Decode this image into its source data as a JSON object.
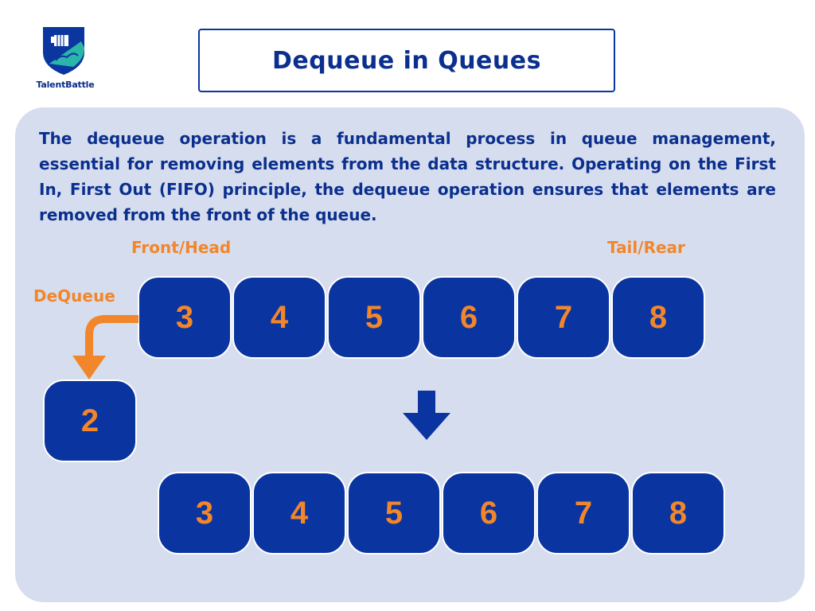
{
  "brand": {
    "name": "TalentBattle",
    "logo_icon": "shield-fist-brain-icon"
  },
  "title": "Dequeue in Queues",
  "description": "The dequeue operation is a fundamental process in queue management, essential for removing elements from the data structure. Operating on the First In, First Out (FIFO) principle, the dequeue operation ensures that elements are removed from the front of the queue.",
  "labels": {
    "front": "Front/Head",
    "rear": "Tail/Rear",
    "dequeue": "DeQueue"
  },
  "queue_before": [
    "3",
    "4",
    "5",
    "6",
    "7",
    "8"
  ],
  "removed": "2",
  "queue_after": [
    "3",
    "4",
    "5",
    "6",
    "7",
    "8"
  ],
  "colors": {
    "node_fill": "#0a35a0",
    "node_text": "#f2862a",
    "heading": "#0b2f8e",
    "accent": "#f2862a",
    "panel": "#d6ddee"
  }
}
